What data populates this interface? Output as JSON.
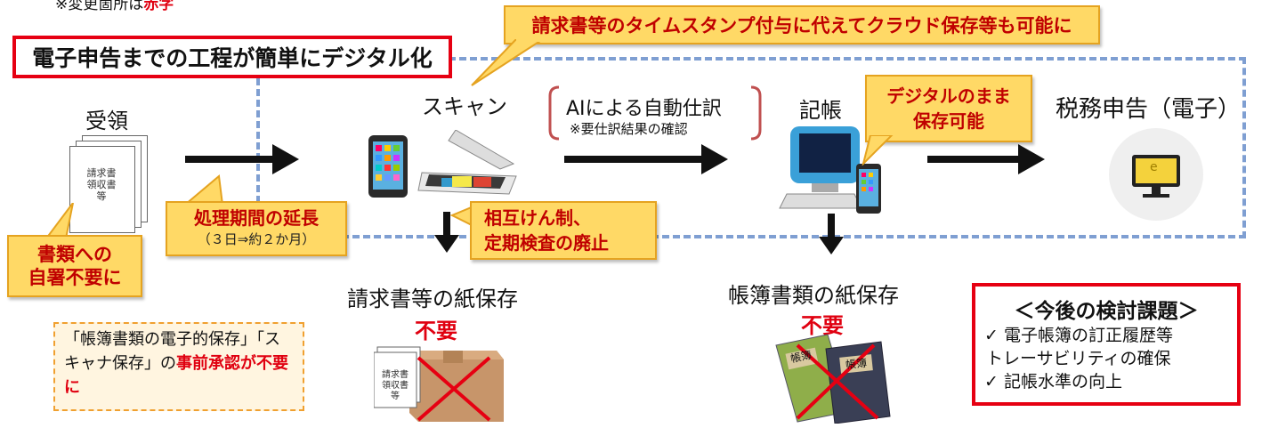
{
  "note": {
    "prefix": "※変更箇所は",
    "highlight": "赤字"
  },
  "title": "電子申告までの工程が簡単にデジタル化",
  "top_callout": "請求書等のタイムスタンプ付与に代えてクラウド保存等も可能に",
  "steps": {
    "receive": "受領",
    "scan": "スキャン",
    "ai_journal": "AIによる自動仕訳",
    "ai_journal_note": "※要仕訳結果の確認",
    "bookkeeping": "記帳",
    "tax_filing": "税務申告（電子）"
  },
  "document_lines": [
    "請求書",
    "領収書",
    "等"
  ],
  "callouts": {
    "signature": [
      "書類への",
      "自署不要に"
    ],
    "period": "処理期間の延長",
    "period_sub": "（３日⇒約２か月）",
    "mutual": [
      "相互けん制、",
      "定期検査の廃止"
    ],
    "digital": [
      "デジタルのまま",
      "保存可能"
    ]
  },
  "paper_storage": {
    "invoice": "請求書等の紙保存",
    "books": "帳簿書類の紙保存",
    "not_required": "不要"
  },
  "book_label": "帳簿",
  "notice": {
    "part1": "「帳簿書類の電子的保存」「スキャナ保存」の",
    "part2": "事前承認が不要に"
  },
  "future_tasks": {
    "heading": "＜今後の検討課題＞",
    "items": [
      "電子帳簿の訂正履歴等",
      "トレーサビリティの確保",
      "記帳水準の向上"
    ],
    "check": "✓"
  },
  "e_mark": "e",
  "colors": {
    "red": "#e60012",
    "callout_fill": "#ffd966",
    "dash": "#7f9fd2",
    "monitor": "#f4d23c"
  }
}
